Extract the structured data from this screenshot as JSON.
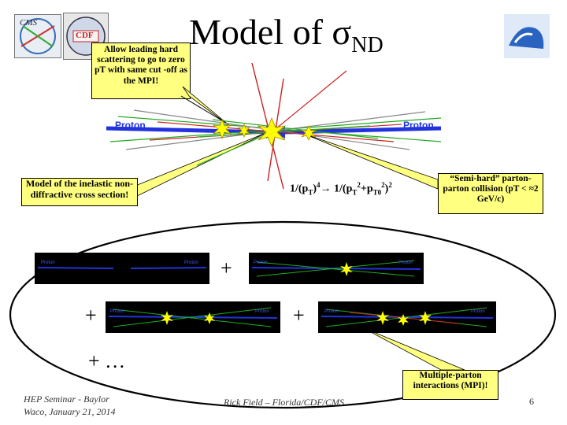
{
  "slide": {
    "title_main": "Model of σ",
    "title_sub": "ND",
    "callouts": {
      "leading_hard": "Allow leading hard scattering to go to zero pT with same cut -off as the MPI!",
      "inelastic": "Model of the inelastic non-diffractive cross section!",
      "semi_hard": "“Semi-hard” parton-parton collision (pT < ≈2 GeV/c)",
      "mpi": "Multiple-parton interactions (MPI)!"
    },
    "formula": {
      "a": "1/(p",
      "a_sub": "T",
      "a_close": ")",
      "a_sup": "4",
      "arrow": "→ 1/(p",
      "b_sub": "T",
      "b_sup": "2",
      "plus": "+p",
      "c_sub": "T0",
      "c_sup": "2",
      "close": ")",
      "d_sup": "2"
    },
    "diagram": {
      "proton_left": "Proton",
      "proton_right": "Proton"
    },
    "small_panels": {
      "proton": "Proton"
    },
    "plus_sign": "+",
    "ellipsis": "+ …",
    "footer": {
      "left_line1": "HEP Seminar - Baylor",
      "left_line2": "Waco, January 21, 2014",
      "center": "Rick Field – Florida/CDF/CMS",
      "page": "6"
    },
    "logos": {
      "cms": "CMS",
      "cdf": "CDF"
    }
  }
}
